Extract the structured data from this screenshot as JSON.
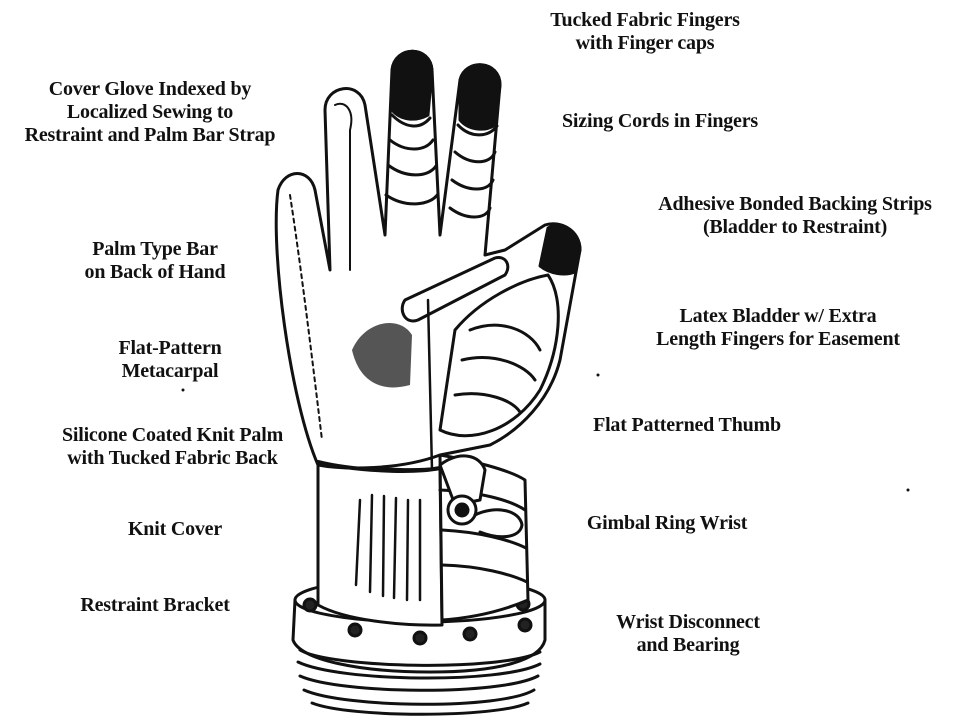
{
  "labels": {
    "tucked_fabric_fingers": "Tucked Fabric Fingers\nwith Finger caps",
    "cover_glove": "Cover Glove Indexed by\nLocalized Sewing to\nRestraint and Palm Bar Strap",
    "sizing_cords": "Sizing Cords in Fingers",
    "adhesive_strips": "Adhesive Bonded Backing Strips\n(Bladder to Restraint)",
    "palm_type_bar": "Palm Type Bar\non Back of Hand",
    "latex_bladder": "Latex Bladder w/ Extra\nLength Fingers for Easement",
    "flat_pattern_metacarpal": "Flat-Pattern\nMetacarpal",
    "flat_patterned_thumb": "Flat Patterned Thumb",
    "silicone_palm": "Silicone Coated Knit Palm\nwith Tucked Fabric Back",
    "knit_cover": "Knit Cover",
    "gimbal_ring": "Gimbal Ring Wrist",
    "restraint_bracket": "Restraint Bracket",
    "wrist_disconnect": "Wrist Disconnect\nand Bearing"
  },
  "colors": {
    "ink": "#111111",
    "background": "#ffffff",
    "shading": "#555555"
  }
}
